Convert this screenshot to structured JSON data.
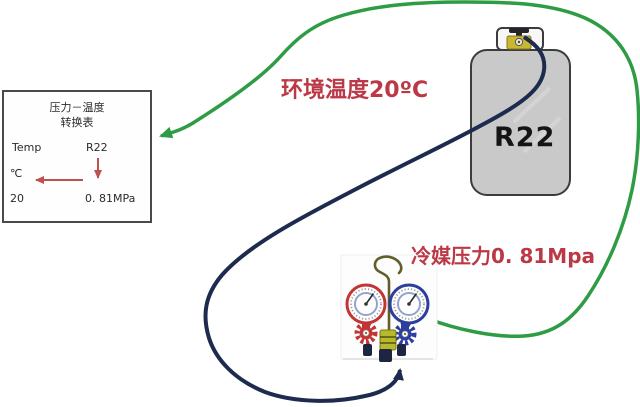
{
  "colors": {
    "curve-green": "#2e9c44",
    "hose-navy": "#1c2b4e",
    "arrow-red": "#c0504d",
    "label-red": "#bb3947",
    "table-border": "#4a4a4a",
    "table-text": "#2b2b2b",
    "cylinder-fill": "#c9c9c9",
    "cylinder-border": "#3c3c3c",
    "valve-yellow": "#c9b832",
    "gauge-red": "#c23435",
    "gauge-blue": "#2c3f9e",
    "hook-olive": "#615e2c",
    "manifold-yellow": "#b9b92c",
    "port-navy": "#1d2540"
  },
  "table": {
    "title_line1": "压力－温度",
    "title_line2": "转换表",
    "col_temp": "Temp",
    "col_refrigerant": "R22",
    "unit": "℃",
    "temp_value": "20",
    "pressure_value": "0. 81MPa"
  },
  "annotations": {
    "ambient_temperature": "环境温度20ºC",
    "refrigerant_pressure": "冷媒压力0. 81Mpa"
  },
  "cylinder": {
    "label": "R22"
  },
  "icons": {
    "green_loop": "ambient-temperature-lookup-arrow",
    "blue_hose": "refrigerant-hose-arrow",
    "hook": "manifold-hanging-hook",
    "left_gauge": "low-pressure-gauge",
    "right_gauge": "high-pressure-gauge"
  }
}
